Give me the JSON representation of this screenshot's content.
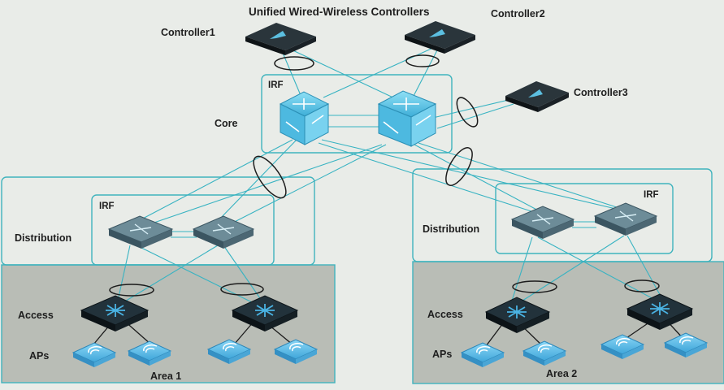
{
  "title": "Unified Wired-Wireless Controllers",
  "controllers": [
    "Controller1",
    "Controller2",
    "Controller3"
  ],
  "labels": {
    "core": "Core",
    "irf": "IRF",
    "distribution": "Distribution",
    "access": "Access",
    "aps": "APs"
  },
  "areas": [
    "Area 1",
    "Area 2"
  ],
  "colors": {
    "background": "#e9ece8",
    "area_fill": "#b9bdb6",
    "box_outline": "#3fb3bd",
    "link": "#38b3c2",
    "core_switch": "#5fc8e6",
    "distribution_switch": "#5d7a86",
    "access_switch": "#1c2a33",
    "ap": "#5cb8e6",
    "controller": "#1f2a30"
  },
  "icons": [
    "controller-icon",
    "core-switch-icon",
    "distribution-switch-icon",
    "access-switch-icon",
    "access-point-icon"
  ]
}
